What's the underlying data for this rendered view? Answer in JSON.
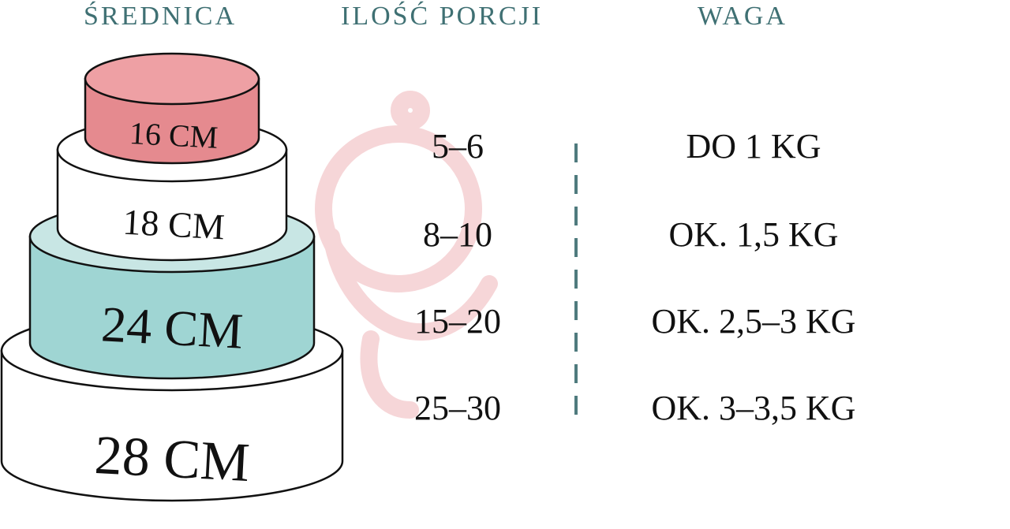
{
  "headers": {
    "diameter": "ŚREDNICA",
    "portions": "ILOŚĆ PORCJI",
    "weight": "WAGA"
  },
  "tiers": [
    {
      "label": "16 CM",
      "color": "#eea0a4"
    },
    {
      "label": "18 CM",
      "color": "#ffffff"
    },
    {
      "label": "24 CM",
      "color": "#9fd5d3"
    },
    {
      "label": "28 CM",
      "color": "#ffffff"
    }
  ],
  "rows": [
    {
      "portions": "5–6",
      "weight": "DO 1 KG"
    },
    {
      "portions": "8–10",
      "weight": "OK. 1,5 KG"
    },
    {
      "portions": "15–20",
      "weight": "OK. 2,5–3 KG"
    },
    {
      "portions": "25–30",
      "weight": "OK. 3–3,5 KG"
    }
  ],
  "colors": {
    "header": "#3f7073",
    "divider": "#4f7b7e",
    "watermark": "#f6d6d8"
  }
}
